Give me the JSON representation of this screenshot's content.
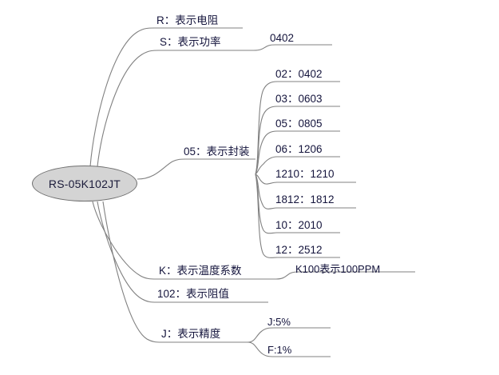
{
  "diagram": {
    "type": "mind-map",
    "title": "RS-05K102JT",
    "root": {
      "label": "RS-05K102JT",
      "shape": "ellipse",
      "fill": "#d4d4d4",
      "stroke": "#6e6e6e",
      "text_color": "#1b1b3a"
    },
    "edge_color": "#808080",
    "branches": [
      {
        "id": "r",
        "label": "R：表示电阻",
        "children": []
      },
      {
        "id": "s",
        "label": "S：表示功率",
        "children": [
          {
            "id": "s-0402",
            "label": "0402"
          }
        ]
      },
      {
        "id": "pkg",
        "label": "05：表示封装",
        "children": [
          {
            "id": "pkg-02",
            "label": "02：0402"
          },
          {
            "id": "pkg-03",
            "label": "03：0603"
          },
          {
            "id": "pkg-05",
            "label": "05：0805"
          },
          {
            "id": "pkg-06",
            "label": "06：1206"
          },
          {
            "id": "pkg-1210",
            "label": "1210：1210"
          },
          {
            "id": "pkg-1812",
            "label": "1812：1812"
          },
          {
            "id": "pkg-10",
            "label": "10：2010"
          },
          {
            "id": "pkg-12",
            "label": "12：2512"
          }
        ]
      },
      {
        "id": "k",
        "label": "K：表示温度系数",
        "children": [
          {
            "id": "k-100",
            "label": "K100表示100PPM"
          }
        ]
      },
      {
        "id": "res",
        "label": "102：表示阻值",
        "children": []
      },
      {
        "id": "j",
        "label": "J：表示精度",
        "children": [
          {
            "id": "j-5",
            "label": "J:5%"
          },
          {
            "id": "j-f1",
            "label": "F:1%"
          }
        ]
      }
    ]
  }
}
